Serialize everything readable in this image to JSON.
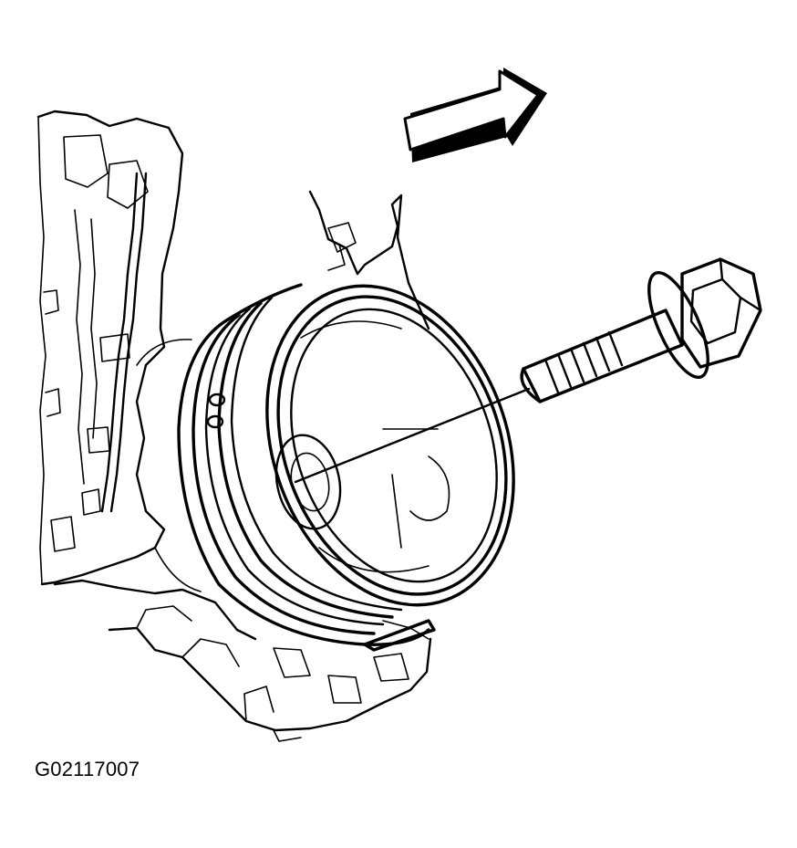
{
  "figure": {
    "id_label": "G02117007",
    "parts": [
      "engine-block-outline",
      "crankshaft-balancer",
      "balancer-bolt",
      "direction-arrow"
    ],
    "ink_color": "#000000",
    "paper_color": "#ffffff"
  }
}
